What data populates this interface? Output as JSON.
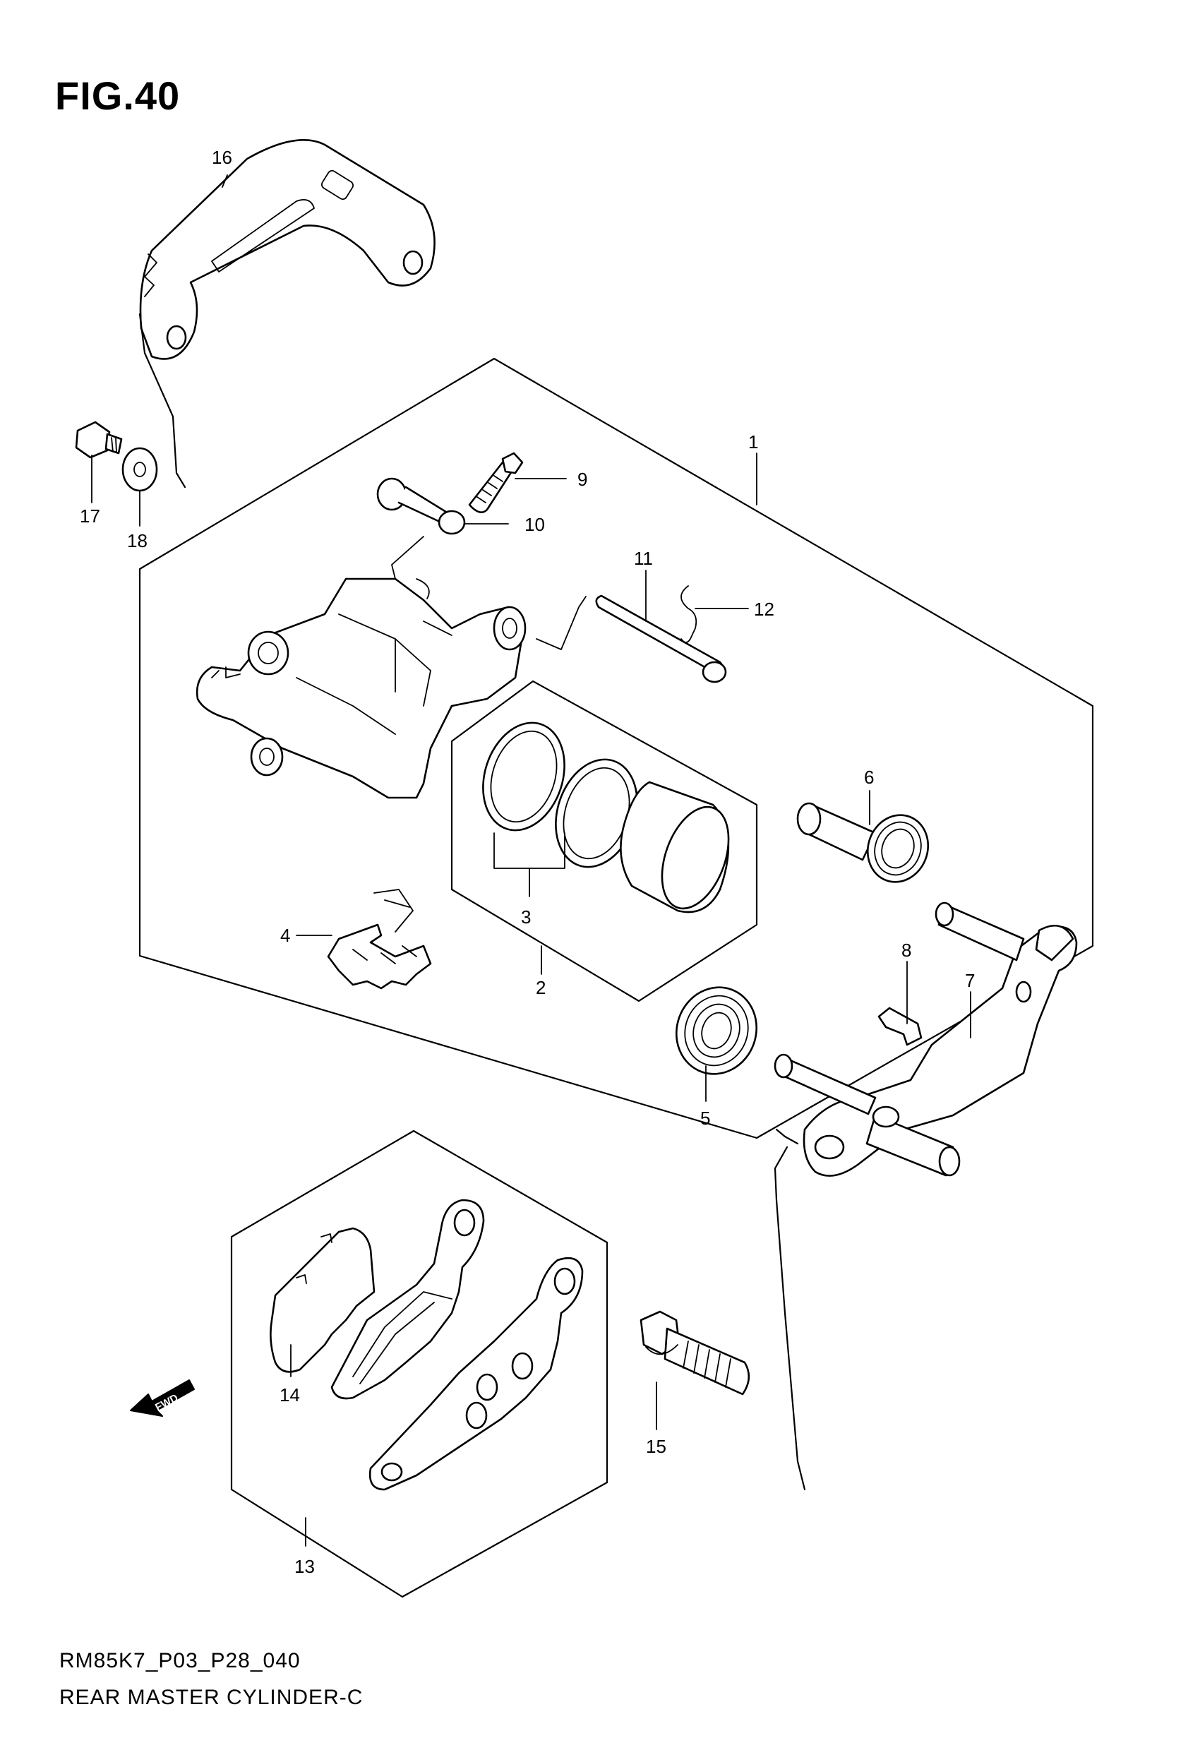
{
  "figure": {
    "title": "FIG.40",
    "model_code": "RM85K7_P03_P28_040",
    "section_title": "REAR MASTER CYLINDER-C"
  },
  "direction_indicator": {
    "label": "FWD"
  },
  "callouts": [
    {
      "number": "1",
      "part": "caliper-assembly"
    },
    {
      "number": "2",
      "part": "piston-set"
    },
    {
      "number": "3",
      "part": "seal-set"
    },
    {
      "number": "4",
      "part": "pad-spring"
    },
    {
      "number": "5",
      "part": "boot"
    },
    {
      "number": "6",
      "part": "slide-pin-boot"
    },
    {
      "number": "7",
      "part": "caliper-bracket"
    },
    {
      "number": "8",
      "part": "pad-retainer-clip"
    },
    {
      "number": "9",
      "part": "bleeder-valve"
    },
    {
      "number": "10",
      "part": "bleeder-cap"
    },
    {
      "number": "11",
      "part": "pad-mounting-pin"
    },
    {
      "number": "12",
      "part": "pin-clip"
    },
    {
      "number": "13",
      "part": "brake-pad-set"
    },
    {
      "number": "14",
      "part": "pad-shim"
    },
    {
      "number": "15",
      "part": "caliper-bolt"
    },
    {
      "number": "16",
      "part": "caliper-holder"
    },
    {
      "number": "17",
      "part": "holder-bolt"
    },
    {
      "number": "18",
      "part": "washer"
    }
  ]
}
